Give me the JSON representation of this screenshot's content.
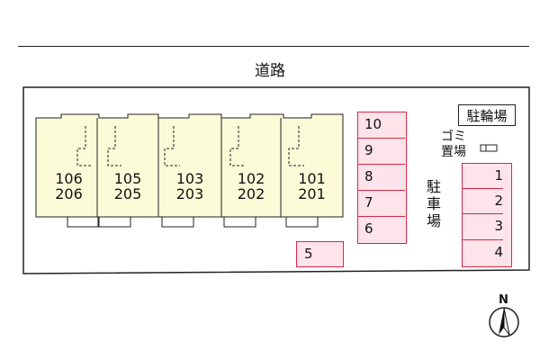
{
  "road": {
    "label": "道路"
  },
  "units": [
    {
      "top": "106",
      "bottom": "206"
    },
    {
      "top": "105",
      "bottom": "205"
    },
    {
      "top": "103",
      "bottom": "203"
    },
    {
      "top": "102",
      "bottom": "202"
    },
    {
      "top": "101",
      "bottom": "201"
    }
  ],
  "parking_center": [
    "10",
    "9",
    "8",
    "7",
    "6"
  ],
  "parking_single": "5",
  "parking_right": [
    "1",
    "2",
    "3",
    "4"
  ],
  "parking_label": [
    "駐",
    "車",
    "場"
  ],
  "bicycle_parking": {
    "label": "駐輪場"
  },
  "garbage": {
    "line1": "ゴミ",
    "line2": "置場"
  },
  "north": {
    "label": "N"
  },
  "colors": {
    "building_fill": "#fbfbd8",
    "parking_fill": "#fde4ea",
    "parking_border": "#d8264a",
    "line": "#222222"
  }
}
